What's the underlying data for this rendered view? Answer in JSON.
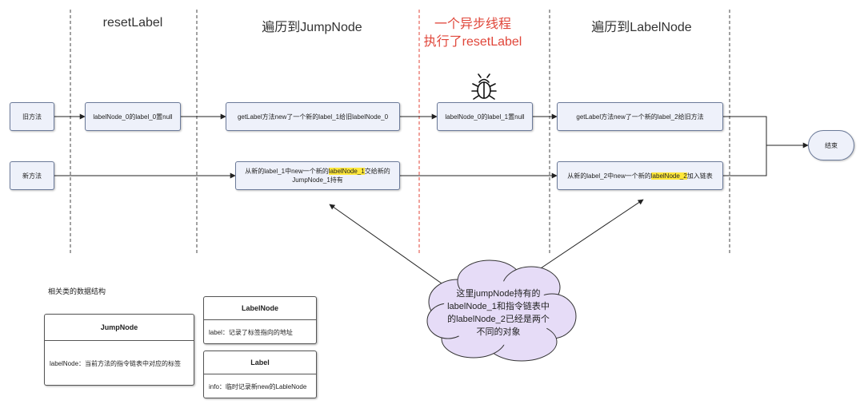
{
  "columns": {
    "c1": "resetLabel",
    "c2": "遍历到JumpNode",
    "c3_line1": "一个异步线程",
    "c3_line2": "执行了resetLabel",
    "c4": "遍历到LabelNode"
  },
  "rows": {
    "old": "旧方法",
    "new": "新方法"
  },
  "old_boxes": {
    "b1": "labelNode_0的label_0置null",
    "b2": "getLabel方法new了一个新的label_1给旧labelNode_0",
    "b3": "labelNode_0的label_1置null",
    "b4": "getLabel方法new了一个新的label_2给旧方法"
  },
  "new_boxes": {
    "b1_pre": "从新的label_1中new一个新的",
    "b1_hl": "labelNode_1",
    "b1_post": "交给新的",
    "b1_line2": "JumpNode_1持有",
    "b2_pre": "从新的label_2中new一个新的",
    "b2_hl": "labelNode_2",
    "b2_post": "加入链表"
  },
  "end": "结束",
  "cloud": {
    "line1": "这里jumpNode持有的",
    "line2": "labelNode_1和指令链表中",
    "line3": "的labelNode_2已经是两个",
    "line4": "不同的对象"
  },
  "structures": {
    "title": "相关类的数据结构",
    "jumpnode_title": "JumpNode",
    "jumpnode_field": "labelNode：当前方法的指令链表中对应的标签",
    "labelnode_title": "LabelNode",
    "labelnode_field": "label：记录了标签指向的地址",
    "label_title": "Label",
    "label_field": "info：临时记录新new的LableNode"
  },
  "icons": {
    "bug": "bug-icon"
  },
  "colors": {
    "accent_red": "#e0463a",
    "highlight": "#ffe83a",
    "cloud_fill": "#e6dcf7"
  }
}
